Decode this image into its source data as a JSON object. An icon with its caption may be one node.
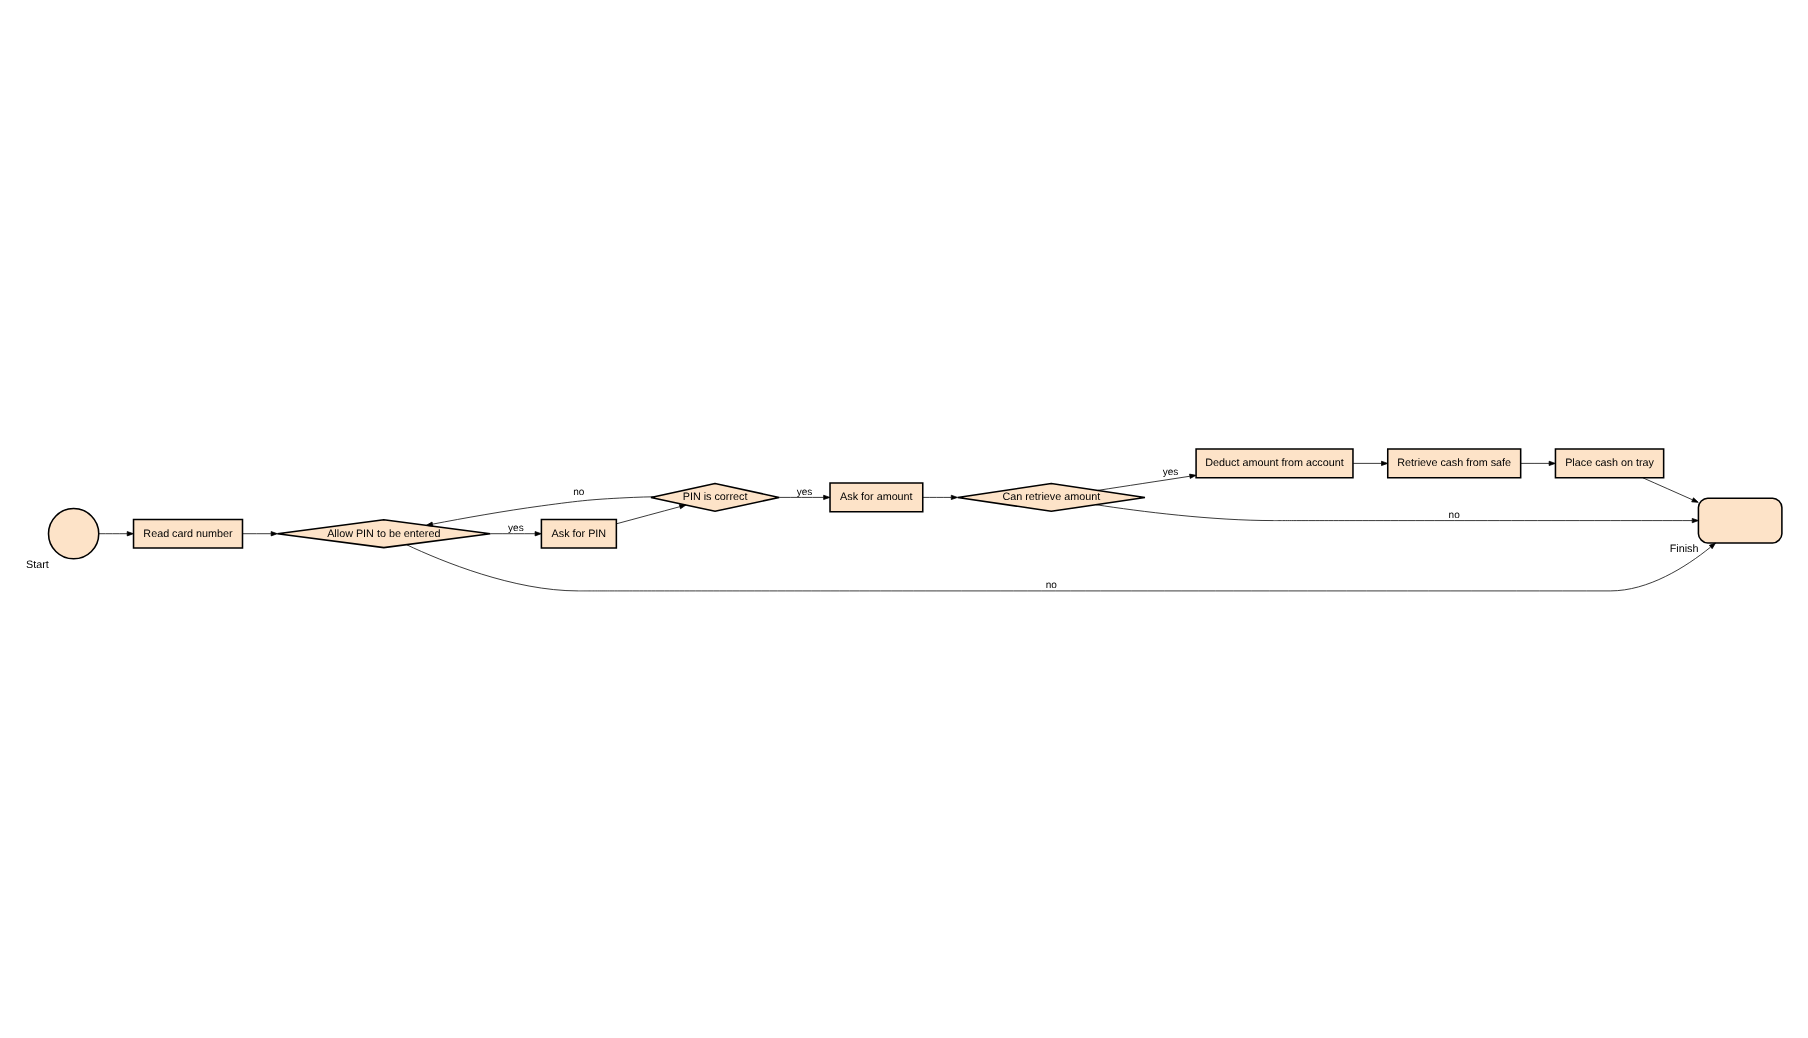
{
  "diagram": {
    "nodes": [
      {
        "text": [],
        "shape": "circle",
        "beside": [
          "Start"
        ]
      },
      {
        "text": [
          "Read card number"
        ]
      },
      {
        "text": [
          "Allow PIN to be entered"
        ]
      },
      {
        "text": [
          "Ask for PIN"
        ]
      },
      {
        "text": [
          "PIN is correct"
        ]
      },
      {
        "text": [
          "Place cash on tray"
        ]
      },
      {
        "text": [],
        "shape": "oval",
        "beside": [
          "Finish"
        ]
      },
      {
        "text": [
          "Can retrieve amount"
        ]
      },
      {
        "text": [
          "Ask for amount"
        ]
      },
      {
        "text": [
          "Retrieve cash from safe"
        ]
      },
      {
        "text": [
          "Deduct amount from account"
        ]
      }
    ],
    "edges": [
      {
        "from": 0,
        "to": 1,
        "arrow": "to"
      },
      {
        "from": 1,
        "to": 2,
        "arrow": "to"
      },
      {
        "from": 2,
        "to": 3,
        "arrow": "to",
        "label": "yes"
      },
      {
        "from": 3,
        "to": 4,
        "arrow": "to"
      },
      {
        "from": 4,
        "to": 2,
        "arrow": "to",
        "label": "no"
      },
      {
        "from": 2,
        "to": 6,
        "arrow": "to",
        "label": "no"
      },
      {
        "from": 4,
        "to": 8,
        "arrow": "to",
        "label": "yes"
      },
      {
        "from": 8,
        "to": 7,
        "arrow": "to"
      },
      {
        "from": 7,
        "to": 6,
        "arrow": "to",
        "label": "no"
      },
      {
        "from": 5,
        "to": 6,
        "arrow": "to"
      },
      {
        "from": 7,
        "to": 10,
        "arrow": "to",
        "label": "yes"
      },
      {
        "from": 10,
        "to": 9,
        "arrow": "to"
      },
      {
        "from": 9,
        "to": 5,
        "arrow": "to"
      }
    ]
  }
}
